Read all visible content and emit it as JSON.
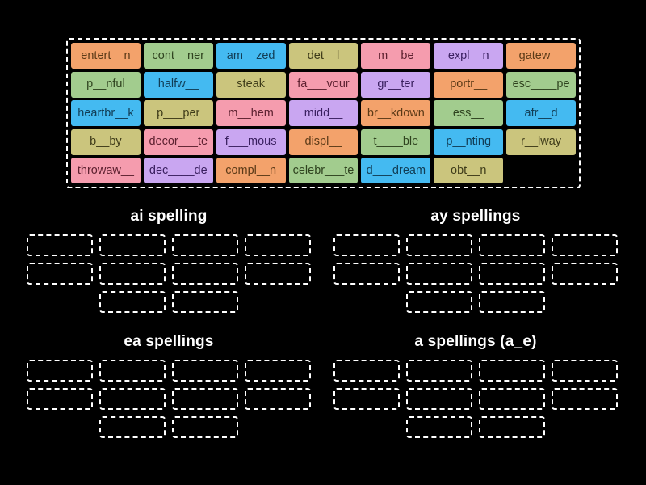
{
  "page": {
    "background": "#000000",
    "dash_color": "#ffffff"
  },
  "palette": {
    "orange": {
      "bg": "#F3A26B",
      "text": "#5B3A17"
    },
    "green": {
      "bg": "#A2CC8E",
      "text": "#2F431F"
    },
    "blue": {
      "bg": "#44BAF1",
      "text": "#113D55"
    },
    "olive": {
      "bg": "#CBC57D",
      "text": "#3E3B19"
    },
    "pink": {
      "bg": "#F59CAE",
      "text": "#5D2130"
    },
    "purple": {
      "bg": "#C9A6F1",
      "text": "#3A2060"
    }
  },
  "board": {
    "tiles": [
      {
        "label": "entert__n",
        "color": "orange"
      },
      {
        "label": "cont__ner",
        "color": "green"
      },
      {
        "label": "am__zed",
        "color": "blue"
      },
      {
        "label": "det__l",
        "color": "olive"
      },
      {
        "label": "m__be",
        "color": "pink"
      },
      {
        "label": "expl__n",
        "color": "purple"
      },
      {
        "label": "gatew__",
        "color": "orange"
      },
      {
        "label": "p__nful",
        "color": "green"
      },
      {
        "label": "halfw__",
        "color": "blue"
      },
      {
        "label": "steak",
        "color": "olive"
      },
      {
        "label": "fa___vour",
        "color": "pink"
      },
      {
        "label": "gr__ter",
        "color": "purple"
      },
      {
        "label": "portr__",
        "color": "orange"
      },
      {
        "label": "esc____pe",
        "color": "green"
      },
      {
        "label": "heartbr__k",
        "color": "blue"
      },
      {
        "label": "p___per",
        "color": "olive"
      },
      {
        "label": "m__hem",
        "color": "pink"
      },
      {
        "label": "midd__",
        "color": "purple"
      },
      {
        "label": "br__kdown",
        "color": "orange"
      },
      {
        "label": "ess__",
        "color": "green"
      },
      {
        "label": "afr__d",
        "color": "blue"
      },
      {
        "label": "b__by",
        "color": "olive"
      },
      {
        "label": "decor___te",
        "color": "pink"
      },
      {
        "label": "f___mous",
        "color": "purple"
      },
      {
        "label": "displ__",
        "color": "orange"
      },
      {
        "label": "t____ble",
        "color": "green"
      },
      {
        "label": "p__nting",
        "color": "blue"
      },
      {
        "label": "r__lway",
        "color": "olive"
      },
      {
        "label": "throwaw__",
        "color": "pink"
      },
      {
        "label": "dec____de",
        "color": "purple"
      },
      {
        "label": "compl__n",
        "color": "orange"
      },
      {
        "label": "celebr___te",
        "color": "green"
      },
      {
        "label": "d___dream",
        "color": "blue"
      },
      {
        "label": "obt__n",
        "color": "olive"
      }
    ]
  },
  "groups": [
    {
      "title": "ai spelling",
      "slot_rows": [
        4,
        4,
        2
      ]
    },
    {
      "title": "ay spellings",
      "slot_rows": [
        4,
        4,
        2
      ]
    },
    {
      "title": "ea spellings",
      "slot_rows": [
        4,
        4,
        2
      ]
    },
    {
      "title": "a spellings (a_e)",
      "slot_rows": [
        4,
        4,
        2
      ]
    }
  ]
}
